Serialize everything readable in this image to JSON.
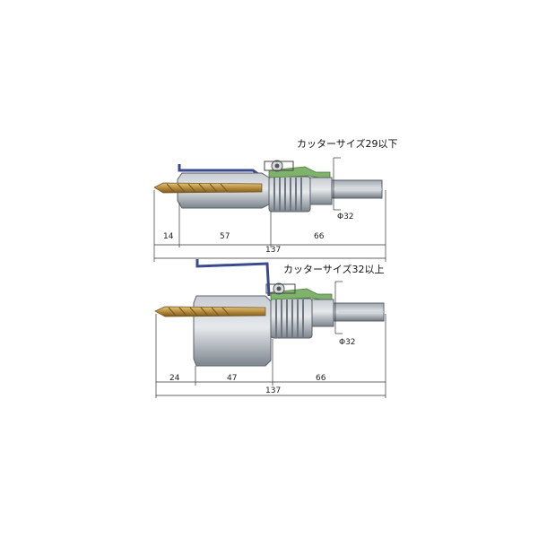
{
  "top": {
    "title": "カッターサイズ29以下",
    "diameter": "Φ32",
    "dims": {
      "a": "14",
      "b": "57",
      "c": "66",
      "total": "137"
    }
  },
  "bottom": {
    "title": "カッターサイズ32以上",
    "diameter": "Φ32",
    "dims": {
      "a": "24",
      "b": "47",
      "c": "66",
      "total": "137"
    }
  },
  "colors": {
    "drill": "#b08a3a",
    "body": "#9aa2ab",
    "shank": "#7f8790",
    "green": "#7fb36b",
    "wire": "#3b4a8c"
  }
}
